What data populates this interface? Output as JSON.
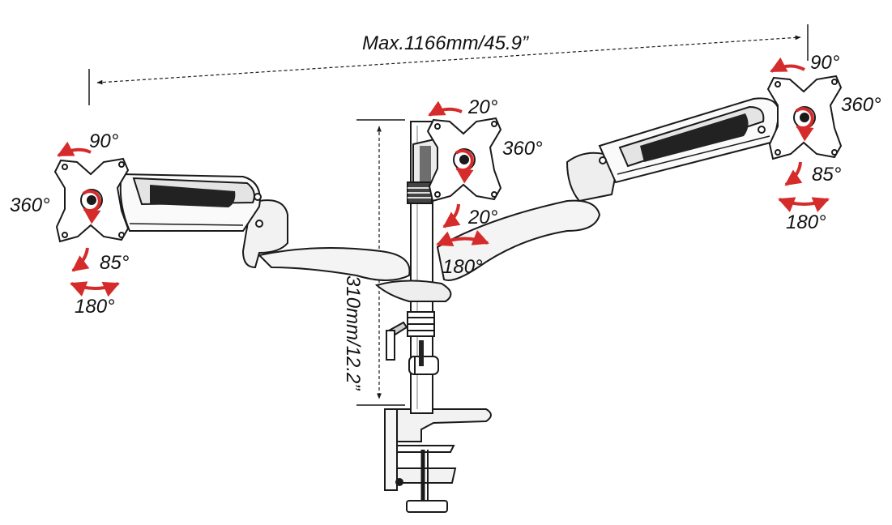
{
  "dimensions": {
    "width_label": "Max.1166mm/45.9”",
    "height_label": "310mm/12.2”"
  },
  "left_mount": {
    "top_label": "90°",
    "side_label": "360°",
    "tilt_label": "85°",
    "swivel_label": "180°"
  },
  "center_mount": {
    "top_label": "20°",
    "side_label": "360°",
    "lower_label": "20°",
    "swivel_label": "180°"
  },
  "right_mount": {
    "top_label": "90°",
    "side_label": "360°",
    "tilt_label": "85°",
    "swivel_label": "180°"
  },
  "colors": {
    "line": "#1a1a1a",
    "arrow": "#d62b2b",
    "arm_shade": "#e6e6e6",
    "grip": "#222222"
  }
}
